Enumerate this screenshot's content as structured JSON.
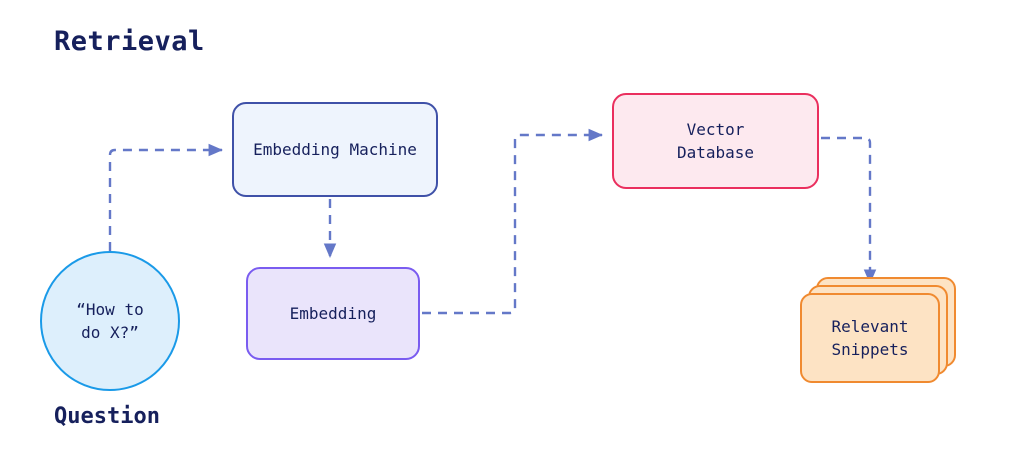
{
  "title": "Retrieval",
  "colors": {
    "text": "#16205c",
    "connector": "#6478c8",
    "blue_border": "#3f51a8",
    "blue_fill": "#eef4fd",
    "purple_border": "#7a5cf0",
    "purple_fill": "#eae4fb",
    "pink_border": "#ea2f5e",
    "pink_fill": "#fde9ef",
    "orange_border": "#f08a30",
    "orange_fill": "#fde3c4",
    "circle_border": "#1a9ae8",
    "circle_fill": "#ddeffc",
    "background": "#ffffff"
  },
  "nodes": {
    "question": {
      "label": "“How to\ndo X?”",
      "caption": "Question",
      "shape": "circle"
    },
    "embedding_machine": {
      "label": "Embedding Machine",
      "shape": "rounded-rect"
    },
    "embedding": {
      "label": "Embedding",
      "shape": "rounded-rect"
    },
    "vector_database": {
      "label": "Vector\nDatabase",
      "shape": "rounded-rect"
    },
    "relevant_snippets": {
      "label": "Relevant\nSnippets",
      "shape": "stacked-cards",
      "card_count": 3
    }
  },
  "edges": [
    {
      "id": "question-to-embedding-machine",
      "from": "question",
      "to": "embedding_machine",
      "style": "dashed",
      "arrow": "right"
    },
    {
      "id": "embedding-machine-to-embedding",
      "from": "embedding_machine",
      "to": "embedding",
      "style": "dashed",
      "arrow": "down"
    },
    {
      "id": "embedding-to-vector-database",
      "from": "embedding",
      "to": "vector_database",
      "style": "dashed",
      "arrow": "right"
    },
    {
      "id": "vector-database-to-relevant-snippets",
      "from": "vector_database",
      "to": "relevant_snippets",
      "style": "dashed",
      "arrow": "down"
    }
  ]
}
